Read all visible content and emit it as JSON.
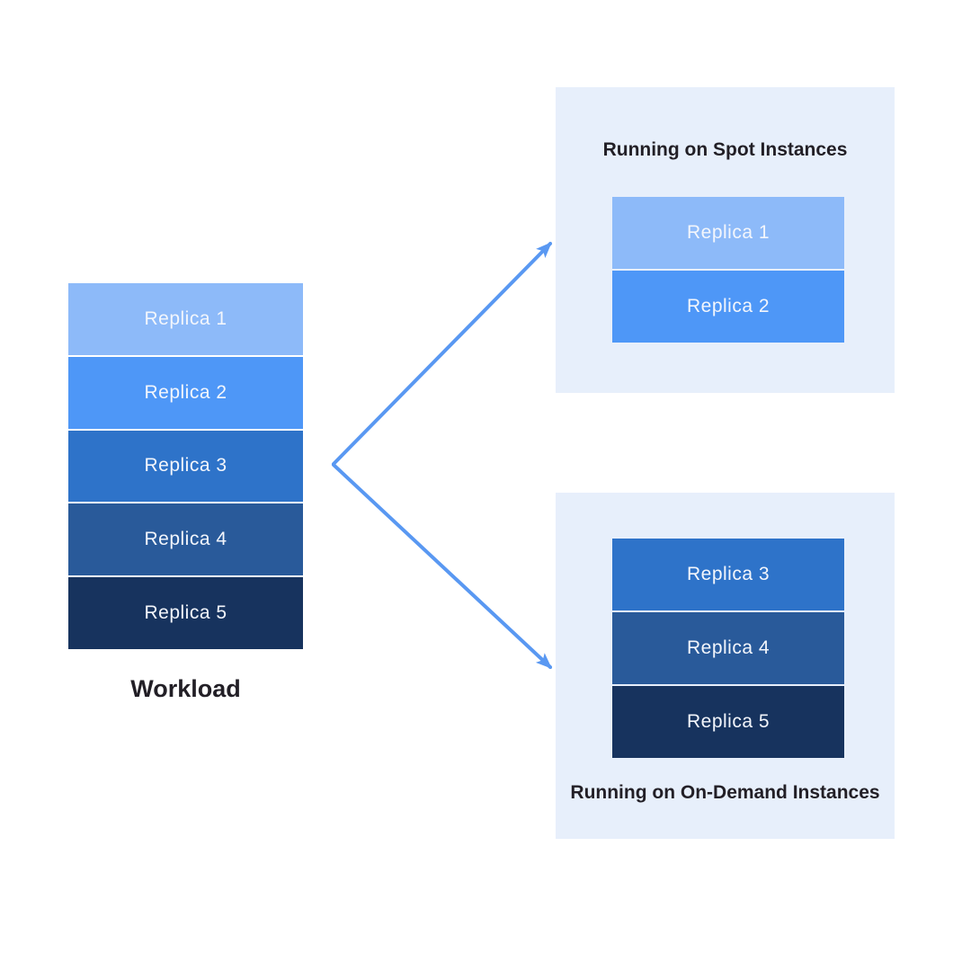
{
  "colors": {
    "page_bg": "#FFFFFF",
    "replica_1": "#8DBAF9",
    "replica_2": "#4E97F7",
    "replica_3": "#2E73C9",
    "replica_4": "#295A9A",
    "replica_5": "#17335E",
    "panel_bg": "#E7EFFB",
    "arrow": "#5998F2",
    "heading_text": "#221F26",
    "replica_text": "#F3F6FC"
  },
  "workload": {
    "title": "Workload",
    "replicas": [
      {
        "label": "Replica 1"
      },
      {
        "label": "Replica 2"
      },
      {
        "label": "Replica 3"
      },
      {
        "label": "Replica 4"
      },
      {
        "label": "Replica 5"
      }
    ]
  },
  "spot_panel": {
    "title": "Running on Spot Instances",
    "replicas": [
      {
        "label": "Replica 1"
      },
      {
        "label": "Replica 2"
      }
    ]
  },
  "on_demand_panel": {
    "title": "Running on On-Demand Instances",
    "replicas": [
      {
        "label": "Replica 3"
      },
      {
        "label": "Replica 4"
      },
      {
        "label": "Replica 5"
      }
    ]
  }
}
